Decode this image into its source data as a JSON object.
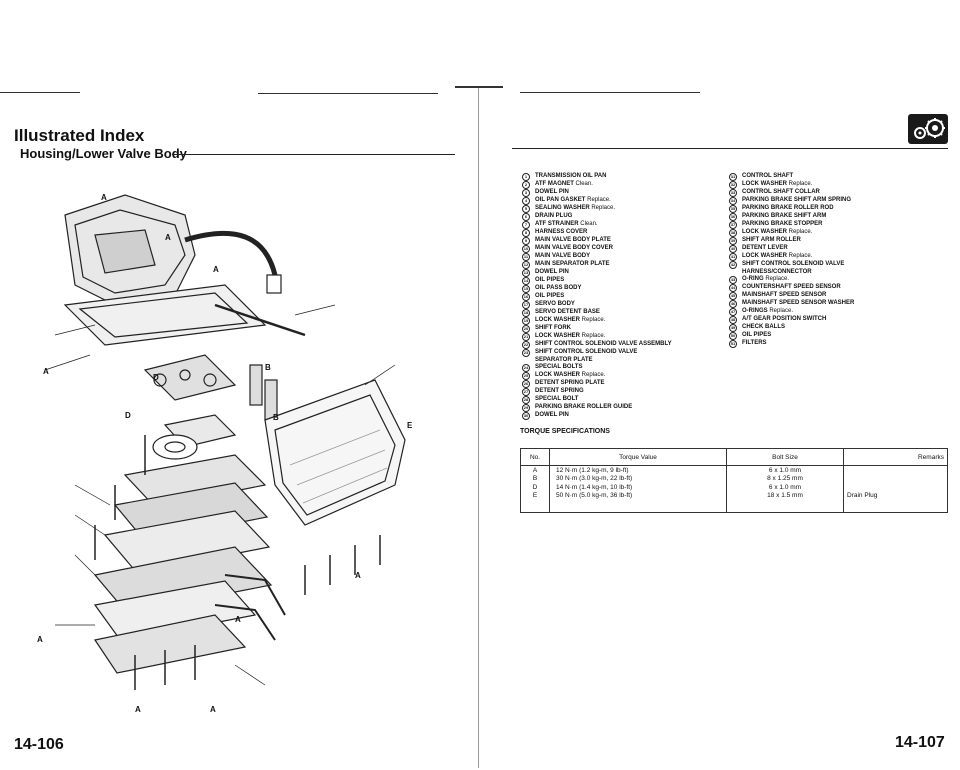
{
  "header": {
    "title": "Illustrated Index",
    "subtitle": "Housing/Lower Valve Body"
  },
  "parts_left": [
    {
      "no": "1",
      "name": "TRANSMISSION OIL PAN",
      "note": ""
    },
    {
      "no": "2",
      "name": "ATF MAGNET",
      "note": "Clean."
    },
    {
      "no": "3",
      "name": "DOWEL PIN",
      "note": ""
    },
    {
      "no": "4",
      "name": "OIL PAN GASKET",
      "note": "Replace."
    },
    {
      "no": "5",
      "name": "SEALING WASHER",
      "note": "Replace."
    },
    {
      "no": "6",
      "name": "DRAIN PLUG",
      "note": ""
    },
    {
      "no": "7",
      "name": "ATF STRAINER",
      "note": "Clean."
    },
    {
      "no": "8",
      "name": "HARNESS COVER",
      "note": ""
    },
    {
      "no": "9",
      "name": "MAIN VALVE BODY PLATE",
      "note": ""
    },
    {
      "no": "10",
      "name": "MAIN VALVE BODY COVER",
      "note": ""
    },
    {
      "no": "11",
      "name": "MAIN VALVE BODY",
      "note": ""
    },
    {
      "no": "12",
      "name": "MAIN SEPARATOR PLATE",
      "note": ""
    },
    {
      "no": "13",
      "name": "DOWEL PIN",
      "note": ""
    },
    {
      "no": "14",
      "name": "OIL PIPES",
      "note": ""
    },
    {
      "no": "15",
      "name": "OIL PASS BODY",
      "note": ""
    },
    {
      "no": "16",
      "name": "OIL PIPES",
      "note": ""
    },
    {
      "no": "17",
      "name": "SERVO BODY",
      "note": ""
    },
    {
      "no": "18",
      "name": "SERVO DETENT BASE",
      "note": ""
    },
    {
      "no": "19",
      "name": "LOCK WASHER",
      "note": "Replace."
    },
    {
      "no": "20",
      "name": "SHIFT FORK",
      "note": ""
    },
    {
      "no": "21",
      "name": "LOCK WASHER",
      "note": "Replace."
    },
    {
      "no": "22",
      "name": "SHIFT CONTROL SOLENOID VALVE ASSEMBLY",
      "note": ""
    },
    {
      "no": "23",
      "name": "SHIFT CONTROL SOLENOID VALVE",
      "note": ""
    },
    {
      "no": "",
      "name": "SEPARATOR PLATE",
      "note": ""
    },
    {
      "no": "24",
      "name": "SPECIAL BOLTS",
      "note": ""
    },
    {
      "no": "25",
      "name": "LOCK WASHER",
      "note": "Replace."
    },
    {
      "no": "26",
      "name": "DETENT SPRING PLATE",
      "note": ""
    },
    {
      "no": "27",
      "name": "DETENT SPRING",
      "note": ""
    },
    {
      "no": "28",
      "name": "SPECIAL BOLT",
      "note": ""
    },
    {
      "no": "29",
      "name": "PARKING BRAKE ROLLER GUIDE",
      "note": ""
    },
    {
      "no": "30",
      "name": "DOWEL PIN",
      "note": ""
    }
  ],
  "parts_right": [
    {
      "no": "31",
      "name": "CONTROL SHAFT",
      "note": ""
    },
    {
      "no": "32",
      "name": "LOCK WASHER",
      "note": "Replace."
    },
    {
      "no": "33",
      "name": "CONTROL SHAFT COLLAR",
      "note": ""
    },
    {
      "no": "34",
      "name": "PARKING BRAKE SHIFT ARM SPRING",
      "note": ""
    },
    {
      "no": "35",
      "name": "PARKING BRAKE ROLLER ROD",
      "note": ""
    },
    {
      "no": "36",
      "name": "PARKING BRAKE SHIFT ARM",
      "note": ""
    },
    {
      "no": "37",
      "name": "PARKING BRAKE STOPPER",
      "note": ""
    },
    {
      "no": "38",
      "name": "LOCK WASHER",
      "note": "Replace."
    },
    {
      "no": "39",
      "name": "SHIFT ARM ROLLER",
      "note": ""
    },
    {
      "no": "40",
      "name": "DETENT LEVER",
      "note": ""
    },
    {
      "no": "41",
      "name": "LOCK WASHER",
      "note": "Replace."
    },
    {
      "no": "42",
      "name": "SHIFT CONTROL SOLENOID VALVE",
      "note": ""
    },
    {
      "no": "",
      "name": "HARNESS/CONNECTOR",
      "note": ""
    },
    {
      "no": "43",
      "name": "O-RING",
      "note": "Replace."
    },
    {
      "no": "44",
      "name": "COUNTERSHAFT SPEED SENSOR",
      "note": ""
    },
    {
      "no": "45",
      "name": "MAINSHAFT SPEED SENSOR",
      "note": ""
    },
    {
      "no": "46",
      "name": "MAINSHAFT SPEED SENSOR WASHER",
      "note": ""
    },
    {
      "no": "47",
      "name": "O-RINGS",
      "note": "Replace."
    },
    {
      "no": "48",
      "name": "A/T GEAR POSITION SWITCH",
      "note": ""
    },
    {
      "no": "49",
      "name": "CHECK BALLS",
      "note": ""
    },
    {
      "no": "50",
      "name": "OIL PIPES",
      "note": ""
    },
    {
      "no": "51",
      "name": "FILTERS",
      "note": ""
    }
  ],
  "torque": {
    "heading": "TORQUE SPECIFICATIONS",
    "headers": [
      "No.",
      "Torque Value",
      "Bolt Size",
      "Remarks"
    ],
    "nos": "A\nB\nD\nE",
    "values": "12 N·m (1.2 kg-m, 9 lb-ft)\n30 N·m (3.0 kg-m, 22 lb-ft)\n14 N·m (1.4 kg-m, 10 lb-ft)\n50 N·m (5.0 kg-m, 36 lb-ft)",
    "sizes": "6 x 1.0 mm\n8 x 1.25 mm\n6 x 1.0 mm\n18 x 1.5 mm",
    "remarks": "\n\n\nDrain Plug"
  },
  "footer": {
    "page_left": "14-106",
    "page_right": "14-107"
  },
  "diagram_labels": {
    "A": "A",
    "B": "B",
    "D": "D",
    "E": "E"
  }
}
